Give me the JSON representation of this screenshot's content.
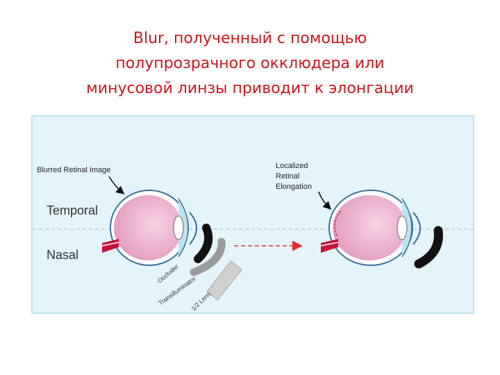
{
  "title": {
    "lines": [
      "Blur, полученный с помощью",
      "полупрозрачного окклюдера или",
      "минусовой линзы приводит к элонгации"
    ]
  },
  "diagram": {
    "labels": {
      "blurred_retinal_image": "Blurred Retinal Image",
      "localized_line1": "Localized",
      "localized_line2": "Retinal",
      "localized_line3": "Elongation",
      "temporal": "Temporal",
      "nasal": "Nasal",
      "occluder": "Occluder",
      "transilluminator": "Transilluminator",
      "lens": "1/2 Lens"
    },
    "colors": {
      "title": "#d0151d",
      "background": "#e3f4fb",
      "eyeball_fill": "#e9a9c8",
      "sclera_fill": "#ffffff",
      "cornea_fill": "#bfe3ee",
      "optic_nerve": "#c8103a",
      "arrow": "#e03030",
      "occluder_dark": "#111111",
      "occluder_gray": "#9a9a9a"
    }
  }
}
